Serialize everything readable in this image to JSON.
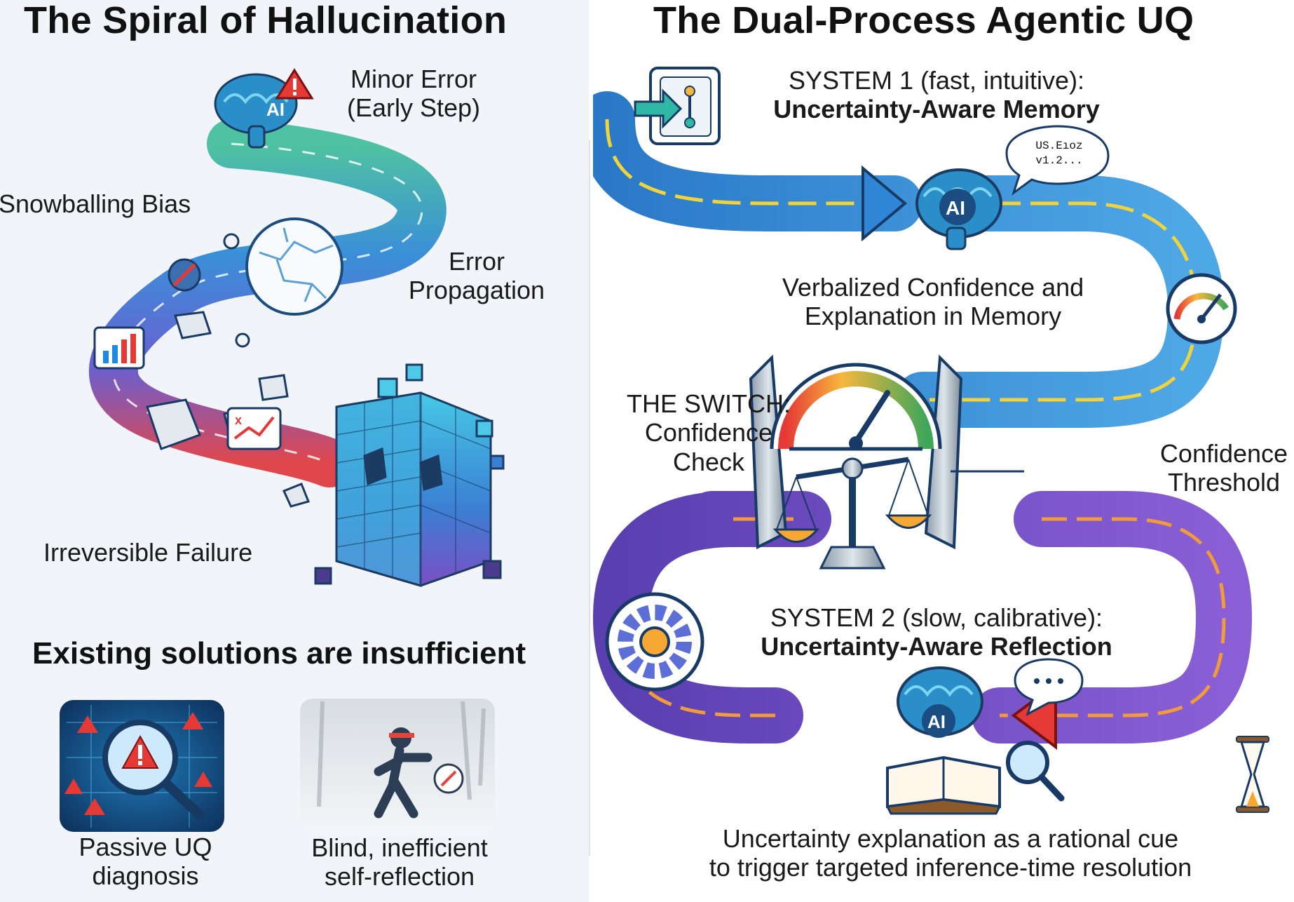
{
  "left": {
    "title": "The Spiral of Hallucination",
    "minor_error": [
      "Minor Error",
      "(Early Step)"
    ],
    "snowballing_bias": "Snowballing Bias",
    "error_propagation": [
      "Error",
      "Propagation"
    ],
    "irreversible_failure": "Irreversible Failure",
    "existing_title": "Existing solutions are insufficient",
    "passive_uq": [
      "Passive UQ",
      "diagnosis"
    ],
    "blind_reflection": [
      "Blind, inefficient",
      "self-reflection"
    ],
    "ai_badge": "AI"
  },
  "right": {
    "title": "The Dual-Process Agentic UQ",
    "system1": [
      "SYSTEM 1 (fast, intuitive):",
      "Uncertainty-Aware Memory"
    ],
    "speech_bubble": [
      "US.Eıoz",
      "v1.2..."
    ],
    "verbalized": [
      "Verbalized Confidence and",
      "Explanation in Memory"
    ],
    "switch": [
      "THE SWITCH:",
      "Confidence",
      "Check"
    ],
    "threshold": [
      "Confidence",
      "Threshold"
    ],
    "system2": [
      "SYSTEM 2 (slow, calibrative):",
      "Uncertainty-Aware Reflection"
    ],
    "explanation": [
      "Uncertainty explanation as a rational cue",
      "to trigger targeted inference-time resolution"
    ],
    "ai_badge": "AI"
  }
}
